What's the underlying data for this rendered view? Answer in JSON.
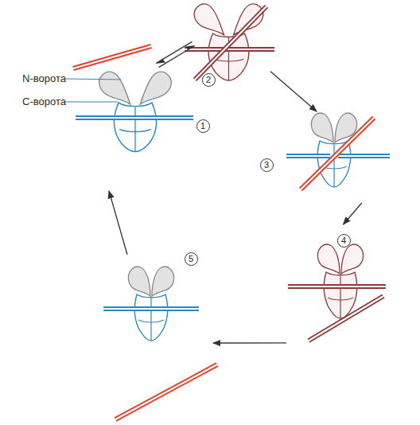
{
  "diagram": {
    "nodes": [
      {
        "text": [
          "1"
        ]
      },
      {
        "text": [
          "2"
        ]
      },
      {
        "text": [
          "3"
        ]
      },
      {
        "text": [
          "4"
        ]
      },
      {
        "text": [
          "5"
        ]
      }
    ],
    "edges": [
      {
        "from": 0,
        "to": 1,
        "arrow": "both"
      },
      {
        "from": 1,
        "to": 2,
        "arrow": "to"
      },
      {
        "from": 2,
        "to": 3,
        "arrow": "to"
      },
      {
        "from": 3,
        "to": 4,
        "arrow": "to"
      },
      {
        "from": 4,
        "to": 0,
        "arrow": "to"
      }
    ],
    "labels": [
      "N-ворота",
      "C-ворота"
    ]
  }
}
